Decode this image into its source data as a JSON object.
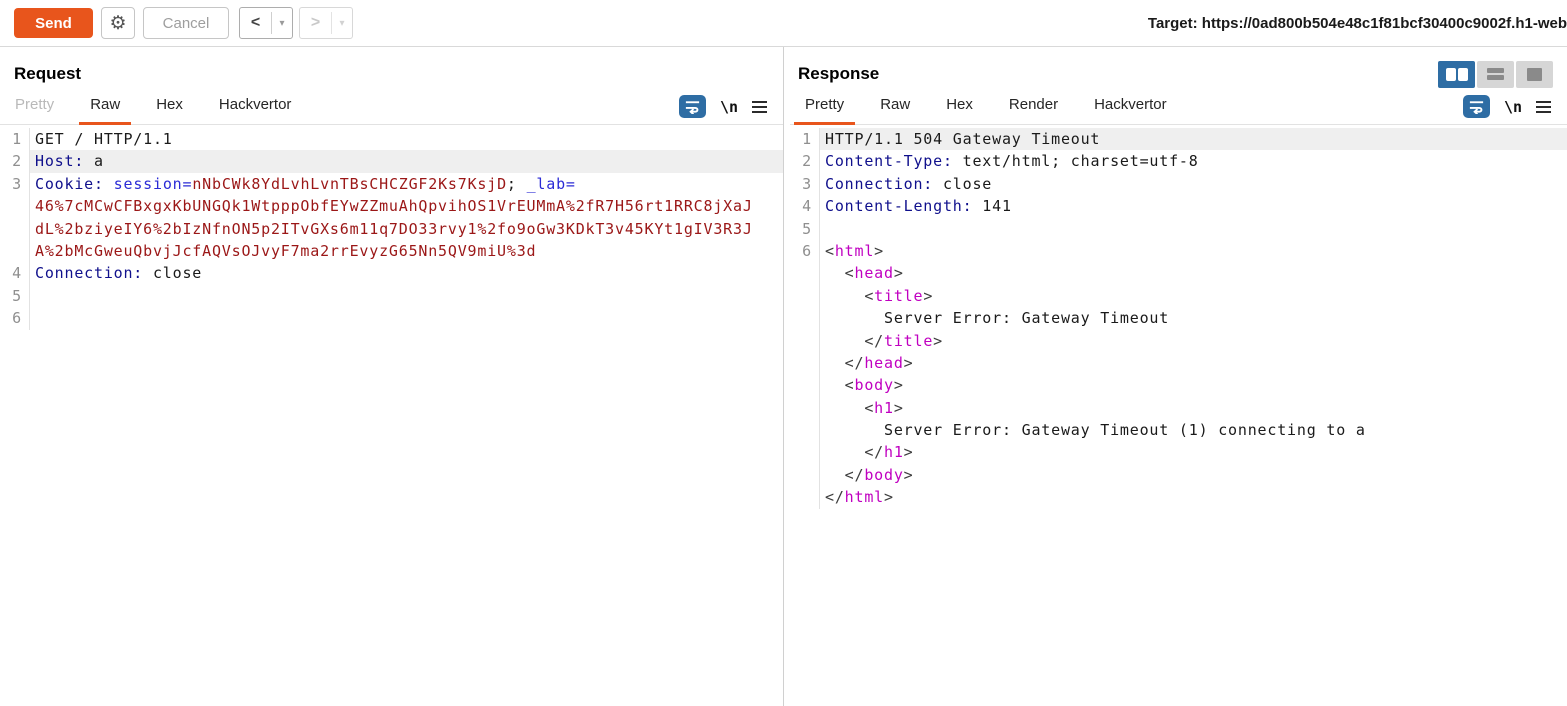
{
  "toolbar": {
    "send_label": "Send",
    "cancel_label": "Cancel",
    "target_label": "Target:",
    "target_url": "https://0ad800b504e48c1f81bcf30400c9002f.h1-web",
    "icons": {
      "settings": "⚙",
      "back": "<",
      "forward": ">",
      "dropdown": "▾",
      "newline": "\\n"
    }
  },
  "colors": {
    "accent_orange": "#e8551c",
    "accent_blue": "#2e6da4",
    "header_name": "#10108c",
    "param_name": "#2b2bd6",
    "param_value": "#9b1717",
    "html_tag": "#c000c0",
    "line_highlight": "#efefef"
  },
  "request": {
    "title": "Request",
    "tabs": [
      {
        "label": "Pretty",
        "state": "disabled"
      },
      {
        "label": "Raw",
        "state": "selected"
      },
      {
        "label": "Hex",
        "state": "normal"
      },
      {
        "label": "Hackvertor",
        "state": "normal"
      }
    ],
    "lines": [
      {
        "num": "1",
        "hl": false,
        "spans": [
          {
            "t": "GET / HTTP/1.1",
            "c": "plain"
          }
        ]
      },
      {
        "num": "2",
        "hl": true,
        "spans": [
          {
            "t": "Host:",
            "c": "hname"
          },
          {
            "t": " a",
            "c": "plain"
          }
        ]
      },
      {
        "num": "3",
        "hl": false,
        "spans": [
          {
            "t": "Cookie:",
            "c": "hname"
          },
          {
            "t": " ",
            "c": "plain"
          },
          {
            "t": "session=",
            "c": "pname"
          },
          {
            "t": "nNbCWk8YdLvhLvnTBsCHCZGF2Ks7KsjD",
            "c": "pval"
          },
          {
            "t": "; ",
            "c": "plain"
          },
          {
            "t": "_lab=",
            "c": "pname"
          }
        ]
      },
      {
        "num": "",
        "hl": false,
        "spans": [
          {
            "t": "46%7cMCwCFBxgxKbUNGQk1WtpppObfEYwZZmuAhQpvihOS1VrEUMmA%2fR7H56rt1RRC8jXaJ",
            "c": "pval"
          }
        ]
      },
      {
        "num": "",
        "hl": false,
        "spans": [
          {
            "t": "dL%2bziyeIY6%2bIzNfnON5p2ITvGXs6m11q7DO33rvy1%2fo9oGw3KDkT3v45KYt1gIV3R3J",
            "c": "pval"
          }
        ]
      },
      {
        "num": "",
        "hl": false,
        "spans": [
          {
            "t": "A%2bMcGweuQbvjJcfAQVsOJvyF7ma2rrEvyzG65Nn5QV9miU%3d",
            "c": "pval"
          }
        ]
      },
      {
        "num": "4",
        "hl": false,
        "spans": [
          {
            "t": "Connection:",
            "c": "hname"
          },
          {
            "t": " close",
            "c": "plain"
          }
        ]
      },
      {
        "num": "5",
        "hl": false,
        "spans": []
      },
      {
        "num": "6",
        "hl": false,
        "spans": []
      }
    ]
  },
  "response": {
    "title": "Response",
    "tabs": [
      {
        "label": "Pretty",
        "state": "selected"
      },
      {
        "label": "Raw",
        "state": "normal"
      },
      {
        "label": "Hex",
        "state": "normal"
      },
      {
        "label": "Render",
        "state": "normal"
      },
      {
        "label": "Hackvertor",
        "state": "normal"
      }
    ],
    "layout_buttons": [
      {
        "name": "layout-columns",
        "state": "selected"
      },
      {
        "name": "layout-rows",
        "state": "normal"
      },
      {
        "name": "layout-single",
        "state": "normal"
      }
    ],
    "lines": [
      {
        "num": "1",
        "hl": true,
        "spans": [
          {
            "t": "HTTP/1.1 504 Gateway Timeout",
            "c": "plain"
          }
        ]
      },
      {
        "num": "2",
        "hl": false,
        "spans": [
          {
            "t": "Content-Type:",
            "c": "hname"
          },
          {
            "t": " text/html; charset=utf-8",
            "c": "plain"
          }
        ]
      },
      {
        "num": "3",
        "hl": false,
        "spans": [
          {
            "t": "Connection:",
            "c": "hname"
          },
          {
            "t": " close",
            "c": "plain"
          }
        ]
      },
      {
        "num": "4",
        "hl": false,
        "spans": [
          {
            "t": "Content-Length:",
            "c": "hname"
          },
          {
            "t": " 141",
            "c": "plain"
          }
        ]
      },
      {
        "num": "5",
        "hl": false,
        "spans": []
      },
      {
        "num": "6",
        "hl": false,
        "spans": [
          {
            "t": "<",
            "c": "tagb"
          },
          {
            "t": "html",
            "c": "tag"
          },
          {
            "t": ">",
            "c": "tagb"
          }
        ]
      },
      {
        "num": "",
        "hl": false,
        "spans": [
          {
            "t": "  ",
            "c": "plain"
          },
          {
            "t": "<",
            "c": "tagb"
          },
          {
            "t": "head",
            "c": "tag"
          },
          {
            "t": ">",
            "c": "tagb"
          }
        ]
      },
      {
        "num": "",
        "hl": false,
        "spans": [
          {
            "t": "    ",
            "c": "plain"
          },
          {
            "t": "<",
            "c": "tagb"
          },
          {
            "t": "title",
            "c": "tag"
          },
          {
            "t": ">",
            "c": "tagb"
          }
        ]
      },
      {
        "num": "",
        "hl": false,
        "spans": [
          {
            "t": "      Server Error: Gateway Timeout",
            "c": "plain"
          }
        ]
      },
      {
        "num": "",
        "hl": false,
        "spans": [
          {
            "t": "    ",
            "c": "plain"
          },
          {
            "t": "</",
            "c": "tagb"
          },
          {
            "t": "title",
            "c": "tag"
          },
          {
            "t": ">",
            "c": "tagb"
          }
        ]
      },
      {
        "num": "",
        "hl": false,
        "spans": [
          {
            "t": "  ",
            "c": "plain"
          },
          {
            "t": "</",
            "c": "tagb"
          },
          {
            "t": "head",
            "c": "tag"
          },
          {
            "t": ">",
            "c": "tagb"
          }
        ]
      },
      {
        "num": "",
        "hl": false,
        "spans": [
          {
            "t": "  ",
            "c": "plain"
          },
          {
            "t": "<",
            "c": "tagb"
          },
          {
            "t": "body",
            "c": "tag"
          },
          {
            "t": ">",
            "c": "tagb"
          }
        ]
      },
      {
        "num": "",
        "hl": false,
        "spans": [
          {
            "t": "    ",
            "c": "plain"
          },
          {
            "t": "<",
            "c": "tagb"
          },
          {
            "t": "h1",
            "c": "tag"
          },
          {
            "t": ">",
            "c": "tagb"
          }
        ]
      },
      {
        "num": "",
        "hl": false,
        "spans": [
          {
            "t": "      Server Error: Gateway Timeout (1) connecting to a",
            "c": "plain"
          }
        ]
      },
      {
        "num": "",
        "hl": false,
        "spans": [
          {
            "t": "    ",
            "c": "plain"
          },
          {
            "t": "</",
            "c": "tagb"
          },
          {
            "t": "h1",
            "c": "tag"
          },
          {
            "t": ">",
            "c": "tagb"
          }
        ]
      },
      {
        "num": "",
        "hl": false,
        "spans": [
          {
            "t": "  ",
            "c": "plain"
          },
          {
            "t": "</",
            "c": "tagb"
          },
          {
            "t": "body",
            "c": "tag"
          },
          {
            "t": ">",
            "c": "tagb"
          }
        ]
      },
      {
        "num": "",
        "hl": false,
        "spans": [
          {
            "t": "</",
            "c": "tagb"
          },
          {
            "t": "html",
            "c": "tag"
          },
          {
            "t": ">",
            "c": "tagb"
          }
        ]
      }
    ]
  }
}
